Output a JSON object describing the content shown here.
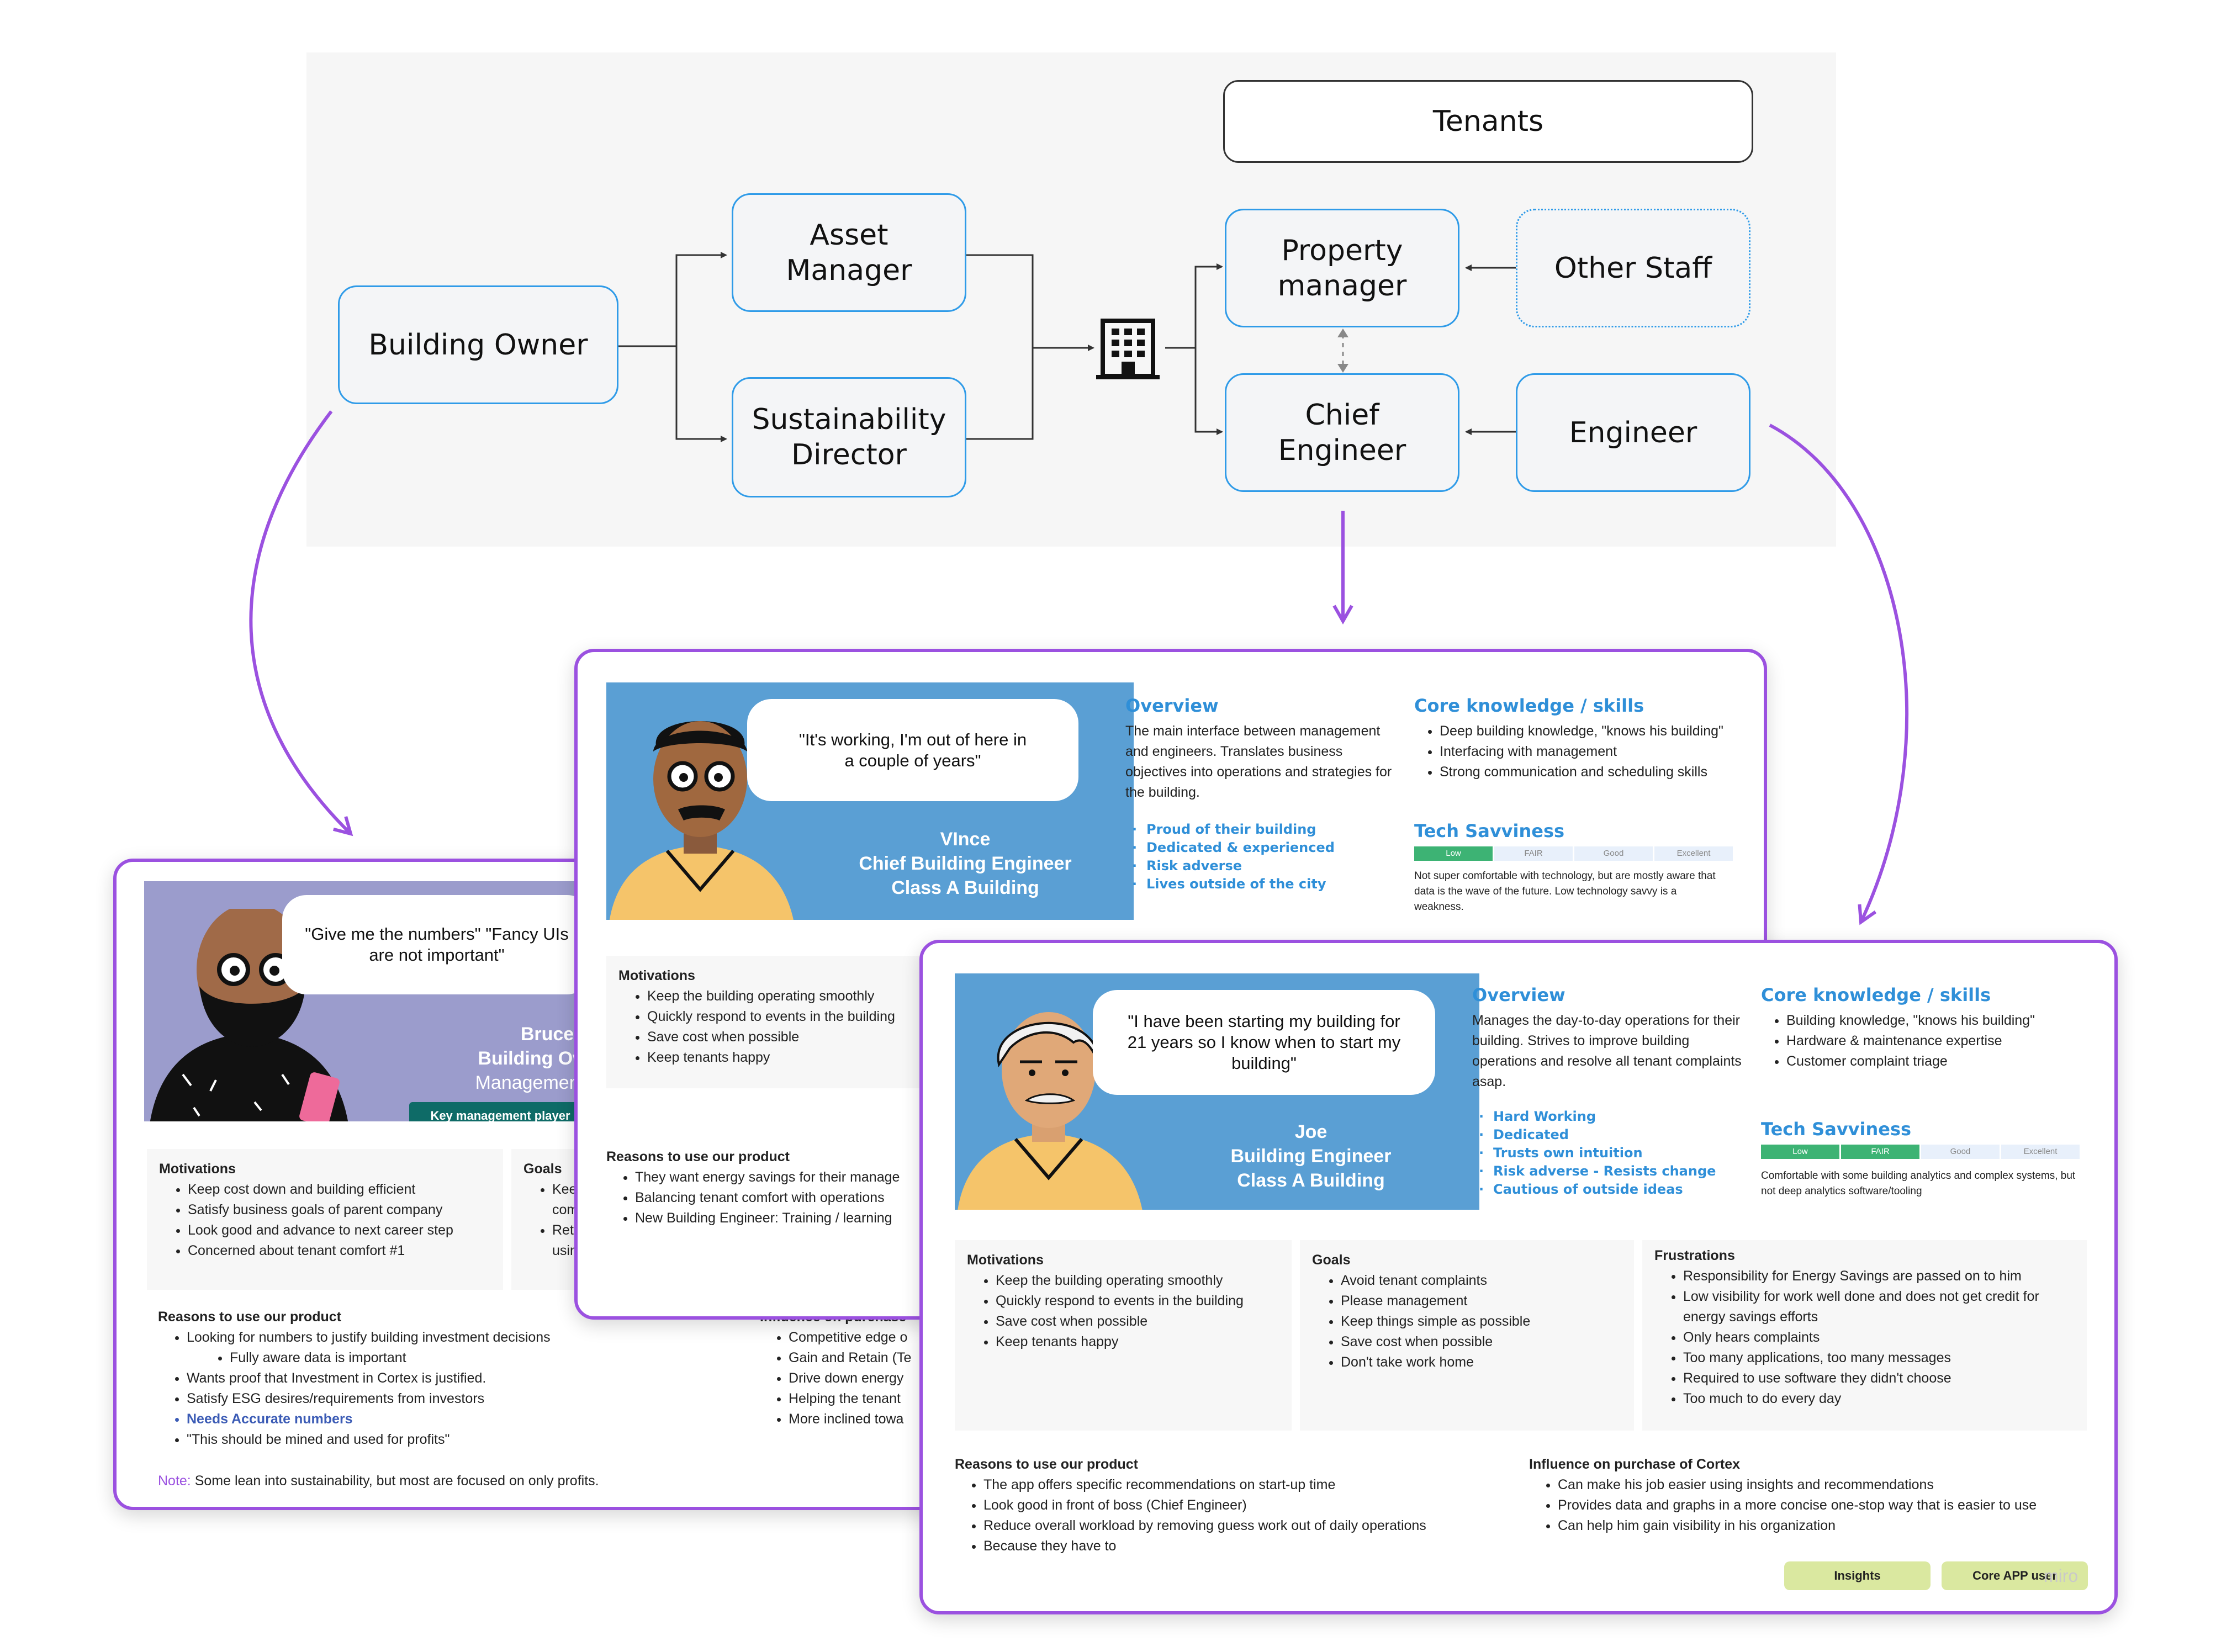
{
  "org_chart": {
    "tenants": "Tenants",
    "building_owner": "Building Owner",
    "asset_manager": "Asset Manager",
    "sustainability_director": "Sustainability Director",
    "property_manager": "Property manager",
    "chief_engineer": "Chief Engineer",
    "other_staff": "Other Staff",
    "engineer": "Engineer",
    "building_icon": "building-icon"
  },
  "bruce": {
    "quote": "\"Give me the numbers\" \"Fancy UIs are not important\"",
    "name": "Bruce",
    "role": "Building Owner",
    "company": "Management Co.",
    "badge": "Key management player",
    "hero_bg": "#9b9ccc",
    "motivations_title": "Motivations",
    "motivations": [
      "Keep cost down and building efficient",
      "Satisfy business goals of parent company",
      "Look good and advance to next career step",
      "Concerned about tenant comfort #1"
    ],
    "goals_title": "Goals",
    "goals": [
      "Kee",
      "com",
      "Reta",
      "usin"
    ],
    "reasons_title": "Reasons to use our product",
    "reasons": [
      "Looking for numbers to justify building investment decisions",
      "Fully aware data is important",
      "Wants proof that Investment in Cortex is justified.",
      "Satisfy ESG desires/requirements from investors",
      "Needs Accurate numbers",
      "\"This should be mined and used for profits\""
    ],
    "influence_title": "Influence on purchase",
    "influence": [
      "Competitive edge o",
      "Gain and Retain (Te",
      "Drive down energy",
      "Helping the tenant",
      "More inclined towa"
    ],
    "note_label": "Note:",
    "note_text": "Some lean into sustainability, but most are focused on only profits."
  },
  "vince": {
    "quote": "\"It's working, I'm out of here in a couple of years\"",
    "name": "VInce",
    "role": "Chief Building Engineer",
    "building": "Class A Building",
    "hero_bg": "#5a9fd4",
    "overview_title": "Overview",
    "overview_text": "The main interface between management and engineers. Translates business objectives into operations and strategies for the building.",
    "traits": [
      "Proud of their building",
      "Dedicated & experienced",
      "Risk adverse",
      "Lives outside of the city"
    ],
    "core_title": "Core knowledge / skills",
    "core": [
      "Deep building knowledge, \"knows his building\"",
      "Interfacing with management",
      "Strong communication and scheduling skills"
    ],
    "tech_title": "Tech Savviness",
    "tech_levels": [
      "Low",
      "FAIR",
      "Good",
      "Excellent"
    ],
    "tech_fill_levels": 1,
    "tech_note": "Not super comfortable with technology, but are mostly aware that data is the wave of the future. Low technology savvy is a weakness.",
    "motivations_title": "Motivations",
    "motivations": [
      "Keep the building operating smoothly",
      "Quickly respond to events in the building",
      "Save cost when possible",
      "Keep tenants happy"
    ],
    "reasons_title": "Reasons to use our product",
    "reasons": [
      "They want energy savings for their manage",
      "Balancing tenant comfort with operations",
      "New Building Engineer: Training / learning"
    ]
  },
  "joe": {
    "quote": "\"I have been starting my building for 21 years so I know when to start my building\"",
    "name": "Joe",
    "role": "Building Engineer",
    "building": "Class A Building",
    "hero_bg": "#5a9fd4",
    "overview_title": "Overview",
    "overview_text": "Manages the day-to-day operations for their building. Strives to improve building operations and resolve all tenant complaints asap.",
    "traits": [
      "Hard Working",
      "Dedicated",
      "Trusts own intuition",
      "Risk adverse - Resists change",
      "Cautious of outside ideas"
    ],
    "core_title": "Core knowledge / skills",
    "core": [
      "Building knowledge, \"knows his building\"",
      "Hardware & maintenance expertise",
      "Customer complaint triage"
    ],
    "tech_title": "Tech Savviness",
    "tech_levels": [
      "Low",
      "FAIR",
      "Good",
      "Excellent"
    ],
    "tech_fill_levels": 2,
    "tech_note": "Comfortable with some building analytics and complex systems, but not deep analytics software/tooling",
    "motivations_title": "Motivations",
    "motivations": [
      "Keep the building operating smoothly",
      "Quickly respond to events in the building",
      "Save cost when possible",
      "Keep tenants happy"
    ],
    "goals_title": "Goals",
    "goals": [
      "Avoid tenant complaints",
      "Please management",
      "Keep things simple as possible",
      "Save cost when possible",
      "Don't take work home"
    ],
    "frustrations_title": "Frustrations",
    "frustrations": [
      "Responsibility for Energy Savings are passed on to him",
      "Low visibility for work well done and does not get credit for energy savings efforts",
      "Only hears complaints",
      "Too many applications, too many messages",
      "Required to use software they didn't choose",
      "Too much to do every day"
    ],
    "reasons_title": "Reasons to use our product",
    "reasons": [
      "The app offers specific recommendations on start-up time",
      "Look good in front of boss (Chief Engineer)",
      "Reduce overall workload by removing guess work out of daily operations",
      "Because they have to"
    ],
    "influence_title": "Influence on purchase of Cortex",
    "influence": [
      "Can make his job easier using insights and recommendations",
      "Provides data and graphs in a more concise one-stop way that is easier to use",
      "Can help him gain visibility in his organization"
    ],
    "tags": [
      "Insights",
      "Core APP user"
    ],
    "watermark": "miro"
  }
}
